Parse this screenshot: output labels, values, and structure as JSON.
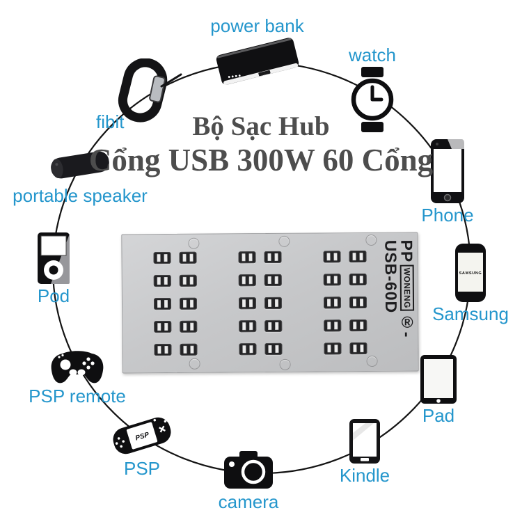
{
  "title": {
    "line1": "Bộ Sạc Hub",
    "line2": "Cổng USB 300W 60 Cổng"
  },
  "colors": {
    "label_blue": "#2496cc",
    "title_gray": "#4d4d4d",
    "hub_gray": "#c7c8ca"
  },
  "hub": {
    "brand": {
      "prefix": "PP",
      "boxed": "WONENG",
      "suffix": "®-USB-60D"
    },
    "groups": 3,
    "columns_per_group": 2,
    "rows": 5,
    "ports_per_module": 2,
    "total_ports": 60
  },
  "devices": [
    {
      "id": "power-bank",
      "label": "power bank"
    },
    {
      "id": "watch",
      "label": "watch"
    },
    {
      "id": "fibit",
      "label": "fibit"
    },
    {
      "id": "phone",
      "label": "Phone"
    },
    {
      "id": "portable-speaker",
      "label": "portable speaker"
    },
    {
      "id": "samsung",
      "label": "Samsung",
      "screen_text": "SAMSUNG"
    },
    {
      "id": "pod",
      "label": "Pod"
    },
    {
      "id": "psp-remote",
      "label": "PSP remote"
    },
    {
      "id": "psp",
      "label": "PSP",
      "screen_text": "PSP"
    },
    {
      "id": "camera",
      "label": "camera"
    },
    {
      "id": "kindle",
      "label": "Kindle"
    },
    {
      "id": "pad",
      "label": "Pad"
    }
  ]
}
